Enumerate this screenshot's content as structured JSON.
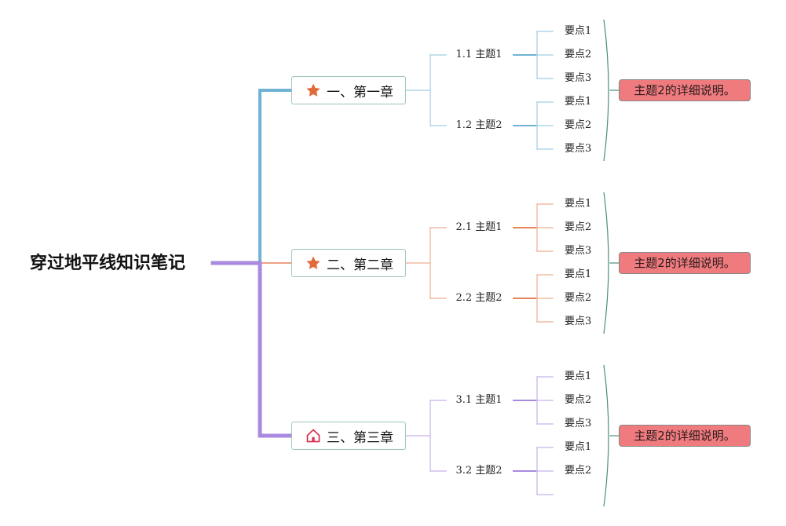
{
  "root": {
    "title": "穿过地平线知识笔记"
  },
  "chapters": [
    {
      "label": "一、第一章",
      "icon": "star-icon",
      "color": "#6fb3d6",
      "topics": [
        {
          "label": "1.1 主题1",
          "points": [
            "要点1",
            "要点2",
            "要点3"
          ]
        },
        {
          "label": "1.2 主题2",
          "points": [
            "要点1",
            "要点2",
            "要点3"
          ]
        }
      ],
      "note": "主题2的详细说明。"
    },
    {
      "label": "二、第二章",
      "icon": "star-icon",
      "color": "#e8845a",
      "topics": [
        {
          "label": "2.1 主题1",
          "points": [
            "要点1",
            "要点2",
            "要点3"
          ]
        },
        {
          "label": "2.2 主题2",
          "points": [
            "要点1",
            "要点2",
            "要点3"
          ]
        }
      ],
      "note": "主题2的详细说明。"
    },
    {
      "label": "三、第三章",
      "icon": "home-icon",
      "color": "#a98ae0",
      "topics": [
        {
          "label": "3.1 主题1",
          "points": [
            "要点1",
            "要点2",
            "要点3"
          ]
        },
        {
          "label": "3.2 主题2",
          "points": [
            "要点1",
            "要点2",
            ""
          ]
        }
      ],
      "note": "主题2的详细说明。"
    }
  ],
  "colors": {
    "star_icon": "#e06a3a",
    "home_icon": "#d8324f",
    "chapter_border": "#9cc3b8",
    "bracket": "#4a8f77",
    "note_fill": "#ef7b7f"
  }
}
